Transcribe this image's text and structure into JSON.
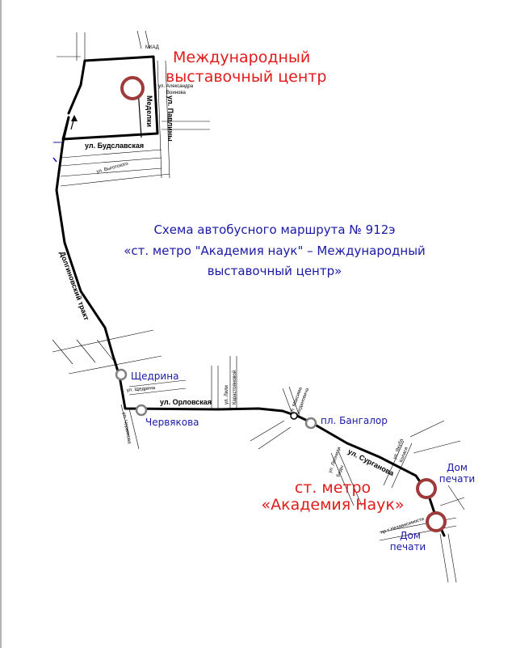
{
  "title_lines": [
    "Схема автобусного маршрута № 912э",
    "«ст. метро \"Академия наук\" – Международный",
    "выставочный центр»"
  ],
  "landmarks": {
    "expo_center": [
      "Международный",
      "выставочный центр"
    ],
    "metro": [
      "ст. метро",
      "«Академия Наук»"
    ]
  },
  "stops": {
    "shchedrina": "Щедрина",
    "chervyakova": "Червякова",
    "bangalor": "пл. Бангалор",
    "dom_pechati_top": [
      "Дом",
      "печати"
    ],
    "dom_pechati_bottom": [
      "Дом",
      "печати"
    ]
  },
  "streets": {
    "mkad": "МКАД",
    "voinova": [
      "ул. Александра",
      "Воинова"
    ],
    "pavlina": "ул. Павлины",
    "medelki": "Меделки",
    "budslavskaya": "ул. Будславская",
    "vygotskogo": "ул. Выготского",
    "dolginovsky": "Долгиновский тракт",
    "shchedrina_st": "ул. Щедрина",
    "orlovskaya": "ул. Орловская",
    "chervyakova_st": "ул. Червякова",
    "kuratovicha": [
      "ул. Лили",
      "Карастояновой"
    ],
    "mazurova": [
      "ул. Максима",
      "Богдановича"
    ],
    "deniskovicha": [
      "ул. Леонида",
      "Беды"
    ],
    "surganova": "ул. Сурганова",
    "kolasa": [
      "ул. Якуба",
      "Коласа"
    ],
    "nezavisimosti": "пр-т Независимости"
  },
  "colors": {
    "route": "#000000",
    "stop_text": "#1a1aa6",
    "landmark_text": "#e21b1b",
    "circle_stop": "#808080",
    "terminal_ring": "#9e3a3a"
  }
}
